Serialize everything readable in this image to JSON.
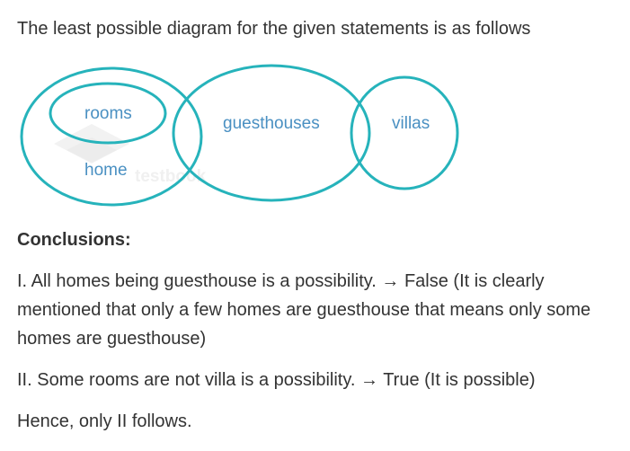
{
  "intro_text": "The least possible diagram for the given statements is as follows",
  "diagram": {
    "sets": [
      {
        "id": "home",
        "label": "home"
      },
      {
        "id": "rooms",
        "label": "rooms",
        "subset_of": "home"
      },
      {
        "id": "guesthouses",
        "label": "guesthouses",
        "overlaps": [
          "home",
          "villas"
        ]
      },
      {
        "id": "villas",
        "label": "villas",
        "overlaps": [
          "guesthouses"
        ]
      }
    ],
    "circle_color": "#26b3bb",
    "label_color": "#4a90c2",
    "watermark": "testbook"
  },
  "conclusions": {
    "heading": "Conclusions:",
    "items": [
      "I. All homes being guesthouse is a possibility. → False (It is clearly mentioned that only a few homes are guesthouse that means only some homes are guesthouse)",
      "II. Some rooms are not villa is a possibility. → True (It is possible)"
    ]
  },
  "summary": "Hence, only II follows."
}
